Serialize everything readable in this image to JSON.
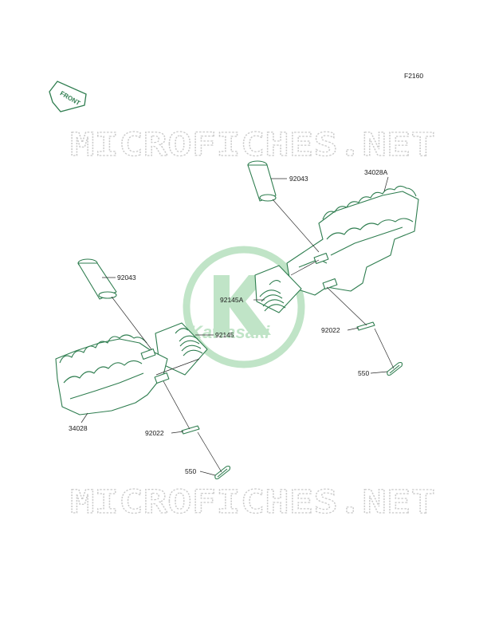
{
  "figure_code": "F2160",
  "front_badge": "FRONT",
  "watermark_top": "MICROFICHES.NET",
  "watermark_bottom": "MICROFICHES.NET",
  "brand_logo_text": "Kawasaki",
  "colors": {
    "part_line": "#2e7d4f",
    "logo": "#8ecf9a",
    "watermark": "#c9c9c9",
    "label": "#1a1a1a"
  },
  "parts": [
    {
      "id": "pin-right",
      "number": "92043"
    },
    {
      "id": "footpeg-right",
      "number": "34028A"
    },
    {
      "id": "pin-left",
      "number": "92043"
    },
    {
      "id": "spring-right",
      "number": "92145A"
    },
    {
      "id": "spring-left",
      "number": "92145"
    },
    {
      "id": "washer-right",
      "number": "92022"
    },
    {
      "id": "cotter-pin-right",
      "number": "550"
    },
    {
      "id": "footpeg-left",
      "number": "34028"
    },
    {
      "id": "washer-left",
      "number": "92022"
    },
    {
      "id": "cotter-pin-left",
      "number": "550"
    }
  ]
}
